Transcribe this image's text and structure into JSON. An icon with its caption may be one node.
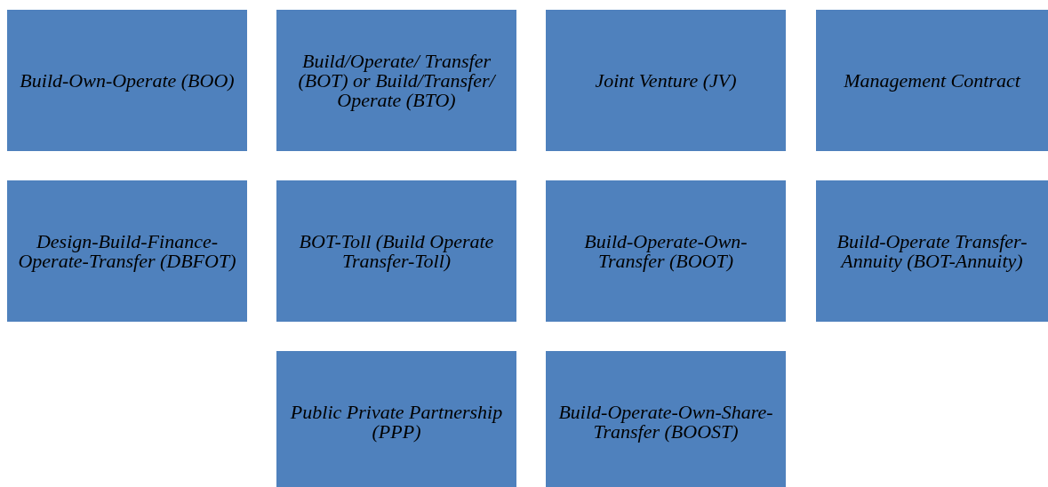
{
  "diagram": {
    "nodes": [
      {
        "text": [
          "Build-Own-Operate (BOO)"
        ]
      },
      {
        "text": [
          "Build/Operate/ Transfer (BOT) or Build/Transfer/ Operate (BTO)"
        ]
      },
      {
        "text": [
          "Joint Venture (JV)"
        ]
      },
      {
        "text": [
          "Management Contract"
        ]
      },
      {
        "text": [
          "Design-Build-Finance-Operate-Transfer (DBFOT)"
        ]
      },
      {
        "text": [
          "BOT-Toll (Build Operate Transfer-Toll)"
        ]
      },
      {
        "text": [
          "Build-Operate-Own-Transfer (BOOT)"
        ]
      },
      {
        "text": [
          "Build-Operate Transfer-Annuity (BOT-Annuity)"
        ]
      },
      {
        "text": [
          "Public Private Partnership (PPP)"
        ]
      },
      {
        "text": [
          "Build-Operate-Own-Share-Transfer (BOOST)"
        ]
      }
    ]
  }
}
